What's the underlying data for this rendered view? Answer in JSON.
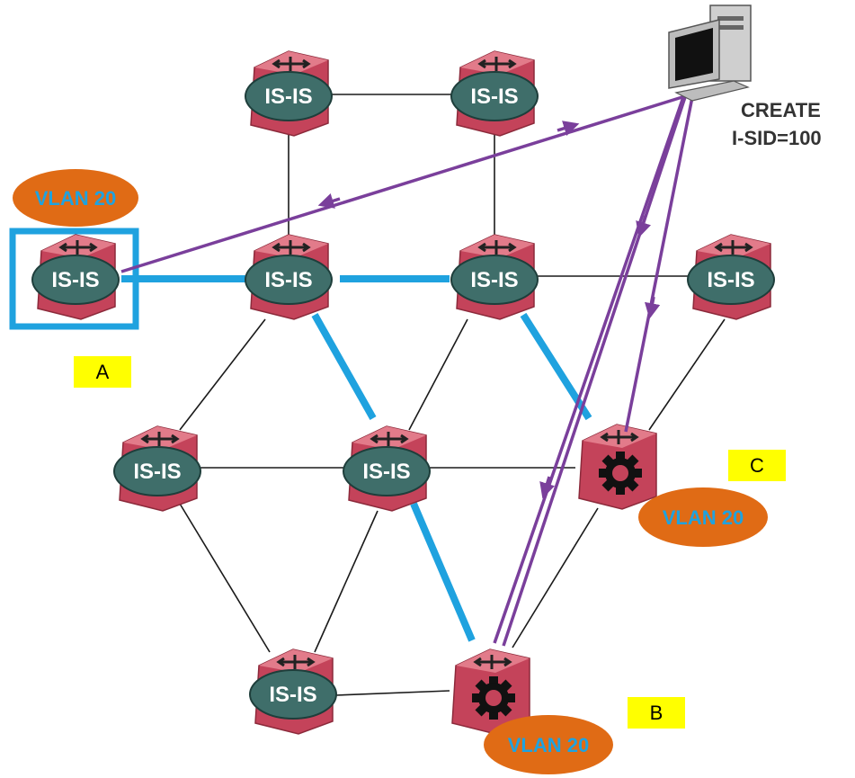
{
  "labels": {
    "isis": "IS-IS",
    "vlan": "VLAN 20",
    "tag_a": "A",
    "tag_b": "B",
    "tag_c": "C",
    "create_line1": "CREATE",
    "create_line2": "I-SID=100"
  },
  "colors": {
    "router_body": "#c4435a",
    "router_top": "#e27b8a",
    "isis_oval": "#3f6e6a",
    "vlan_oval": "#e06b15",
    "vlan_text": "#1fa2df",
    "tag_bg": "#ffff00",
    "mesh_link": "#1a1a1a",
    "service_path": "#1fa2df",
    "provision_arrow": "#7a3f9b"
  },
  "icons": {
    "router": "router-icon",
    "gear": "gear-icon",
    "computer": "computer-icon"
  }
}
